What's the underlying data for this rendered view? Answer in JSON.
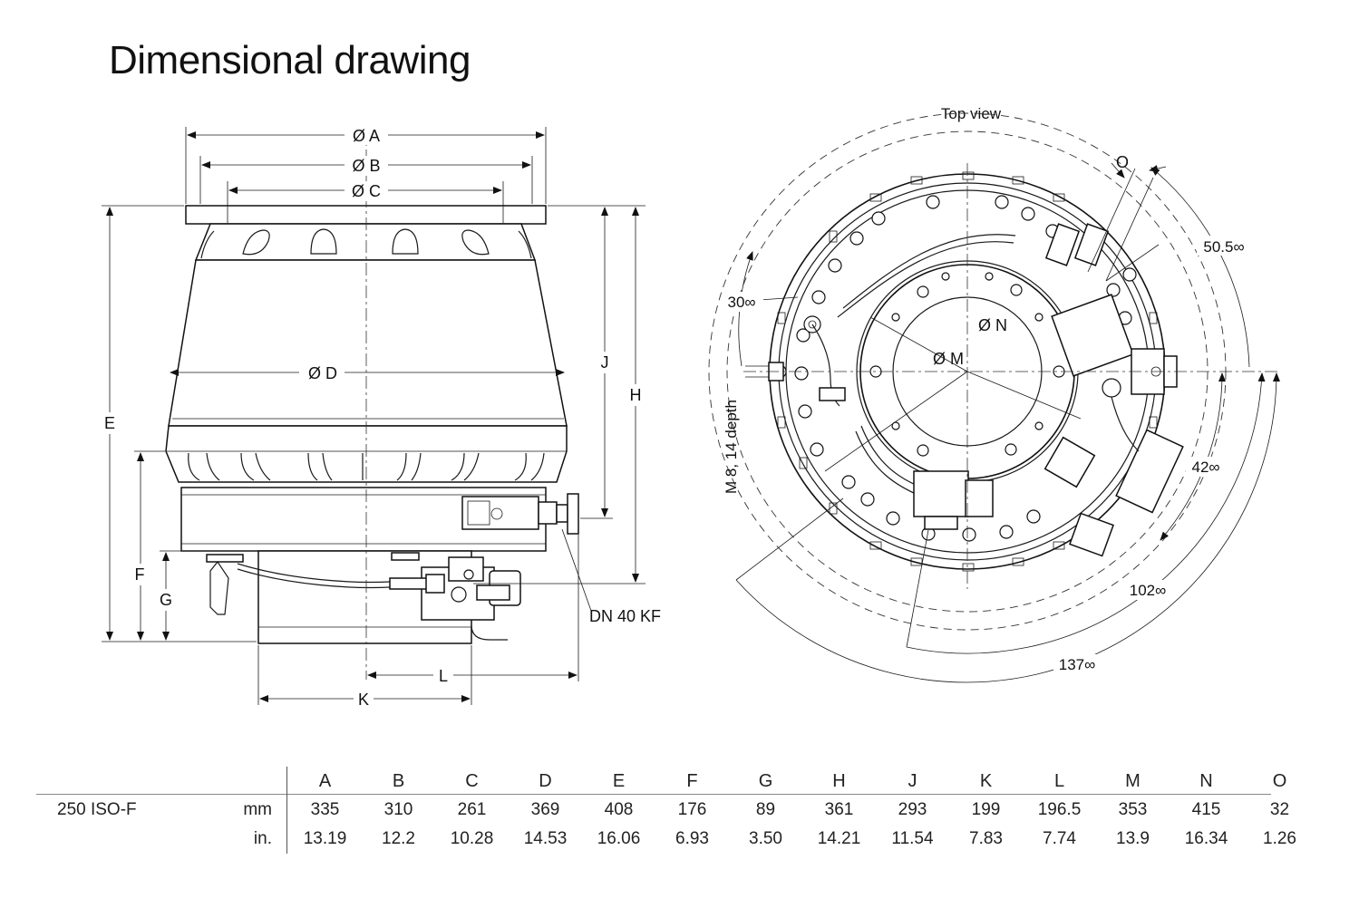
{
  "page": {
    "title": "Dimensional drawing"
  },
  "side_view": {
    "labels": {
      "dia_a": "Ø A",
      "dia_b": "Ø B",
      "dia_c": "Ø C",
      "dia_d": "Ø D",
      "e": "E",
      "f": "F",
      "g": "G",
      "h": "H",
      "j": "J",
      "k": "K",
      "l": "L",
      "flange": "DN 40 KF"
    }
  },
  "top_view": {
    "title": "Top view",
    "labels": {
      "o": "O",
      "dia_n": "Ø N",
      "dia_m": "Ø M",
      "angle_50_5": "50.5∞",
      "angle_30": "30∞",
      "angle_42": "42∞",
      "angle_102": "102∞",
      "angle_137": "137∞",
      "thread": "M 8, 14 depth"
    }
  },
  "table": {
    "columns": [
      "A",
      "B",
      "C",
      "D",
      "E",
      "F",
      "G",
      "H",
      "J",
      "K",
      "L",
      "M",
      "N",
      "O"
    ],
    "model": "250 ISO-F",
    "rows": [
      {
        "unit": "mm",
        "values": [
          "335",
          "310",
          "261",
          "369",
          "408",
          "176",
          "89",
          "361",
          "293",
          "199",
          "196.5",
          "353",
          "415",
          "32"
        ]
      },
      {
        "unit": "in.",
        "values": [
          "13.19",
          "12.2",
          "10.28",
          "14.53",
          "16.06",
          "6.93",
          "3.50",
          "14.21",
          "11.54",
          "7.83",
          "7.74",
          "13.9",
          "16.34",
          "1.26"
        ]
      }
    ]
  }
}
